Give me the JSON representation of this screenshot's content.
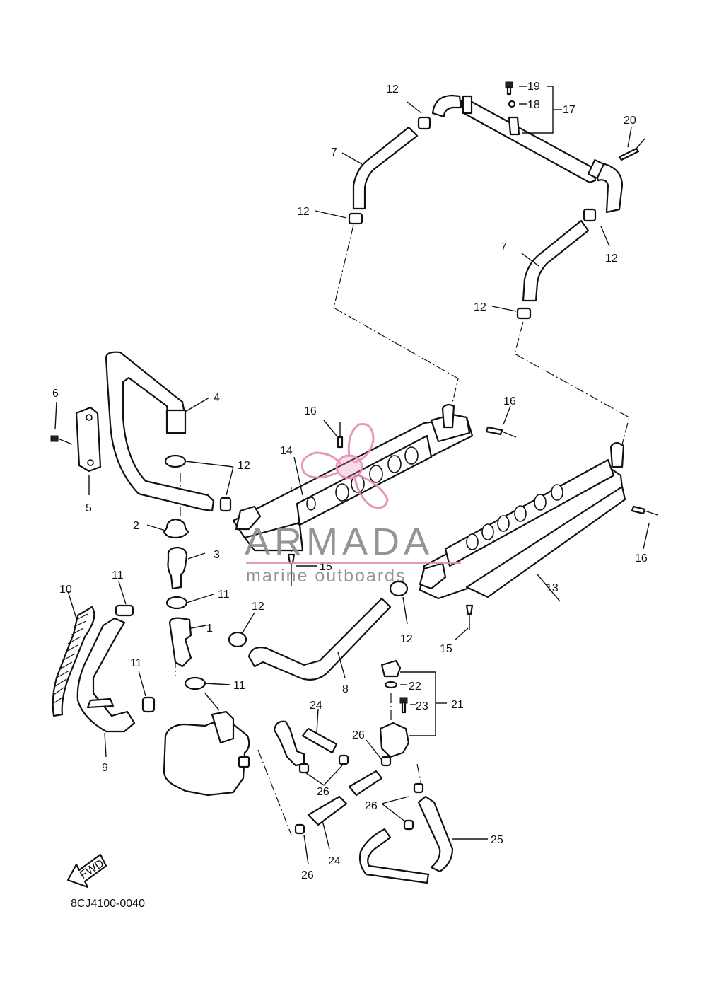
{
  "diagram": {
    "code": "8CJ4100-0040",
    "fwd_label": "FWD",
    "labels": [
      {
        "id": "l1",
        "text": "1"
      },
      {
        "id": "l2",
        "text": "2"
      },
      {
        "id": "l3",
        "text": "3"
      },
      {
        "id": "l4",
        "text": "4"
      },
      {
        "id": "l5",
        "text": "5"
      },
      {
        "id": "l6",
        "text": "6"
      },
      {
        "id": "l7a",
        "text": "7"
      },
      {
        "id": "l7b",
        "text": "7"
      },
      {
        "id": "l8",
        "text": "8"
      },
      {
        "id": "l9",
        "text": "9"
      },
      {
        "id": "l10",
        "text": "10"
      },
      {
        "id": "l11a",
        "text": "11"
      },
      {
        "id": "l11b",
        "text": "11"
      },
      {
        "id": "l11c",
        "text": "11"
      },
      {
        "id": "l11d",
        "text": "11"
      },
      {
        "id": "l12a",
        "text": "12"
      },
      {
        "id": "l12b",
        "text": "12"
      },
      {
        "id": "l12c",
        "text": "12"
      },
      {
        "id": "l12d",
        "text": "12"
      },
      {
        "id": "l12e",
        "text": "12"
      },
      {
        "id": "l12f",
        "text": "12"
      },
      {
        "id": "l12g",
        "text": "12"
      },
      {
        "id": "l13",
        "text": "13"
      },
      {
        "id": "l14",
        "text": "14"
      },
      {
        "id": "l15a",
        "text": "15"
      },
      {
        "id": "l15b",
        "text": "15"
      },
      {
        "id": "l16a",
        "text": "16"
      },
      {
        "id": "l16b",
        "text": "16"
      },
      {
        "id": "l16c",
        "text": "16"
      },
      {
        "id": "l17",
        "text": "17"
      },
      {
        "id": "l18",
        "text": "18"
      },
      {
        "id": "l19",
        "text": "19"
      },
      {
        "id": "l20",
        "text": "20"
      },
      {
        "id": "l21",
        "text": "21"
      },
      {
        "id": "l22",
        "text": "22"
      },
      {
        "id": "l23",
        "text": "23"
      },
      {
        "id": "l24a",
        "text": "24"
      },
      {
        "id": "l24b",
        "text": "24"
      },
      {
        "id": "l25",
        "text": "25"
      },
      {
        "id": "l26a",
        "text": "26"
      },
      {
        "id": "l26b",
        "text": "26"
      },
      {
        "id": "l26c",
        "text": "26"
      },
      {
        "id": "l26d",
        "text": "26"
      }
    ]
  },
  "watermark": {
    "brand": "ARMADA",
    "tagline": "marine outboards",
    "brand_color": "#e58bb8",
    "text_color": "#8a8a8a"
  }
}
